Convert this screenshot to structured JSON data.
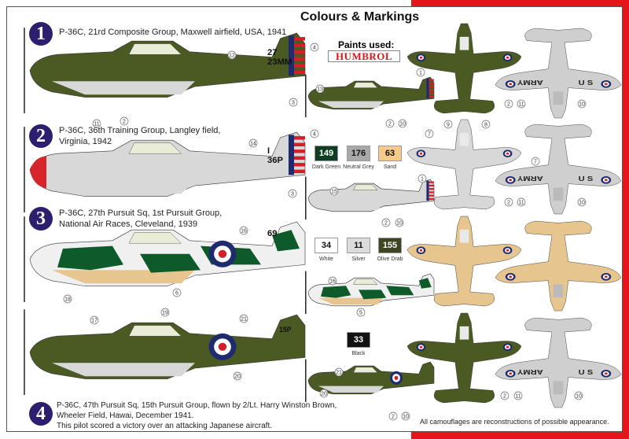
{
  "header": {
    "title": "Colours & Markings",
    "paints_used": "Paints used:",
    "brand": "HUMBROL"
  },
  "schemes": [
    {
      "number": "1",
      "lines": [
        "P-36C, 21rd Composite Group, Maxwell airfield, USA, 1941"
      ],
      "tail_code": [
        "27",
        "23MM"
      ]
    },
    {
      "number": "2",
      "lines": [
        "P-36C, 36th Training Group, Langley field,",
        "Virginia, 1942"
      ],
      "tail_code": [
        "I",
        "36P"
      ]
    },
    {
      "number": "3",
      "lines": [
        "P-36C, 27th Pursuit Sq, 1st Pursuit Group,",
        "National Air Races, Cleveland, 1939"
      ],
      "tail_code": [
        "69"
      ]
    },
    {
      "number": "4",
      "lines": [
        "P-36C, 47th Pursuit Sq, 15th Pursuit Group, flown by 2/Lt. Harry Winston Brown,",
        "Wheeler Field, Hawai, December 1941.",
        "This pilot scored a victory over an attacking Japanese aircraft."
      ],
      "tail_code": [
        "15P"
      ]
    }
  ],
  "paints": [
    {
      "code": "149",
      "name": "Dark Green",
      "color": "#0f3e22"
    },
    {
      "code": "176",
      "name": "Neutral Grey",
      "color": "#a9a9a9"
    },
    {
      "code": "63",
      "name": "Sand",
      "color": "#f6c98c"
    },
    {
      "code": "34",
      "name": "White",
      "color": "#ffffff"
    },
    {
      "code": "11",
      "name": "Silver",
      "color": "#dcdcdc"
    },
    {
      "code": "155",
      "name": "Olive Drab",
      "color": "#3e4520"
    },
    {
      "code": "33",
      "name": "Black",
      "color": "#111111"
    }
  ],
  "underside_marking": {
    "left": "ARMY",
    "right": "U S"
  },
  "callouts": [
    "12",
    "4",
    "11",
    "2",
    "13",
    "3",
    "2",
    "10",
    "1",
    "2",
    "11",
    "10",
    "14",
    "4",
    "15",
    "3",
    "2",
    "10",
    "9",
    "8",
    "7",
    "1",
    "7",
    "2",
    "11",
    "10",
    "16",
    "6",
    "18",
    "16",
    "5",
    "17",
    "19",
    "21",
    "20",
    "21",
    "20",
    "2",
    "10",
    "2",
    "11",
    "10"
  ],
  "caption": "All camouflages are reconstructions of possible appearance.",
  "colors": {
    "frame_red": "#e4161c",
    "badge": "#2e1e6e",
    "olive": "#4a5a22",
    "grey": "#d8d8d8",
    "roundel_blue": "#1f2b6e",
    "roundel_red": "#d21f2a"
  }
}
